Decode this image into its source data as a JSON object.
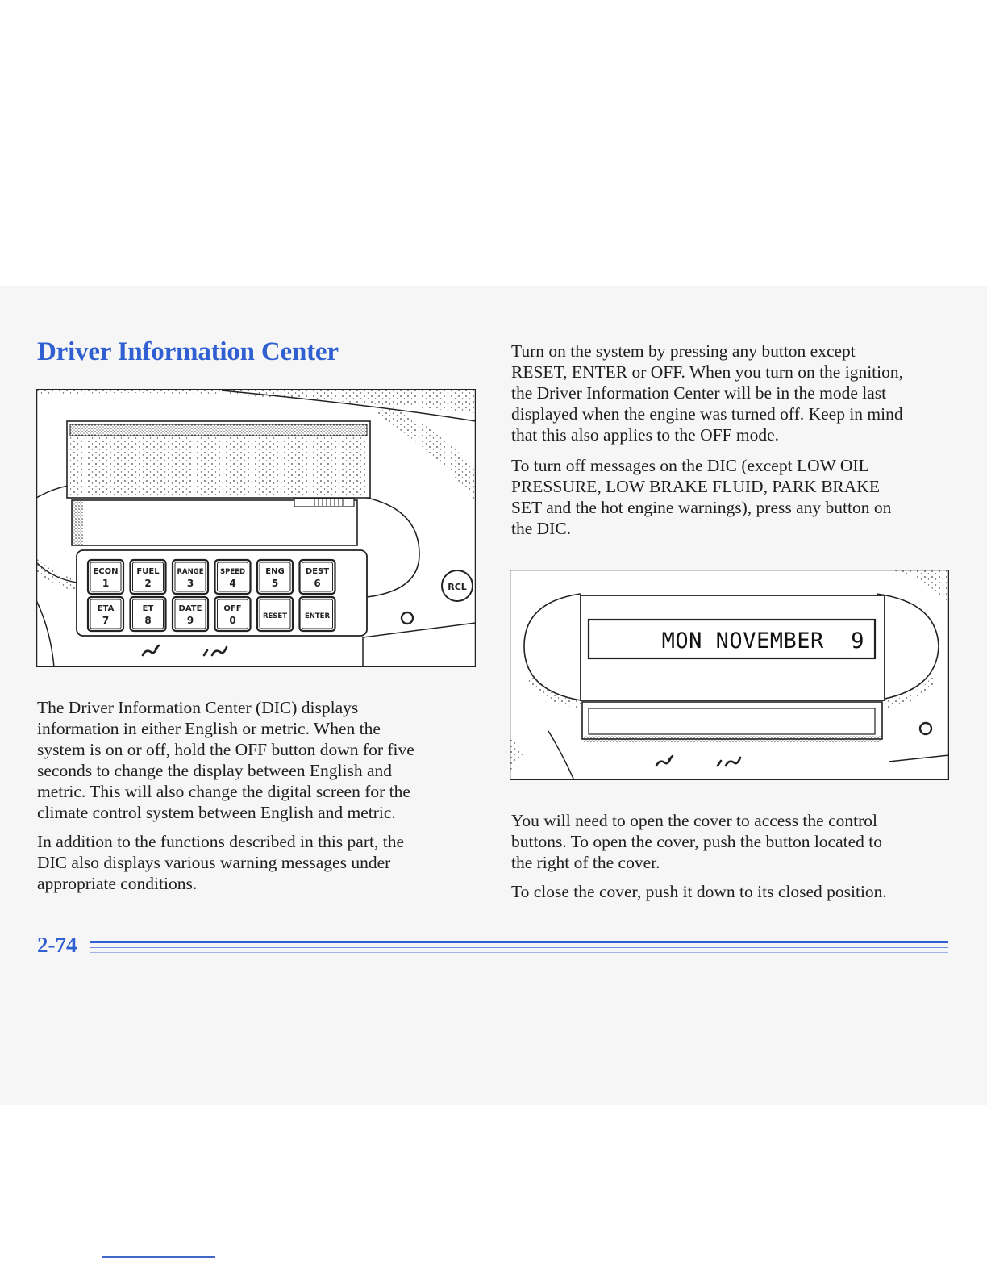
{
  "page": {
    "title": "Driver Information Center",
    "page_number": "2-74"
  },
  "left_column": {
    "paragraphs": [
      [
        "The Driver Information Center (DIC) displays",
        "information in either English or metric. When the",
        "system is on or off, hold the OFF button down for five",
        "seconds to change the display between English and",
        "metric. This will also change the digital screen for the",
        "climate control system between English and metric."
      ],
      [
        "In addition to the functions described in this part, the",
        "DIC also displays various warning messages under",
        "appropriate conditions."
      ]
    ]
  },
  "right_column": {
    "paragraphs_top": [
      [
        "Turn on the system by pressing any button except",
        "RESET, ENTER or OFF. When you turn on the ignition,",
        "the Driver Information Center will be in the mode last",
        "displayed when the engine was turned off. Keep in mind",
        "that this also applies to the OFF mode."
      ],
      [
        "To turn off messages on the DIC (except LOW OIL",
        "PRESSURE, LOW BRAKE FLUID, PARK BRAKE",
        "SET and the hot engine warnings), press any button on",
        "the DIC."
      ]
    ],
    "paragraphs_bottom": [
      [
        "You will need to open the cover to access the control",
        "buttons. To open the cover, push the button located to",
        "the right of the cover."
      ],
      [
        "To close the cover, push it down to its closed position."
      ]
    ]
  },
  "figure_open": {
    "keypad_row1": [
      {
        "label": "ECON",
        "digit": "1"
      },
      {
        "label": "FUEL",
        "digit": "2"
      },
      {
        "label": "RANGE",
        "digit": "3"
      },
      {
        "label": "SPEED",
        "digit": "4"
      },
      {
        "label": "ENG",
        "digit": "5"
      },
      {
        "label": "DEST",
        "digit": "6"
      }
    ],
    "keypad_row2": [
      {
        "label": "ETA",
        "digit": "7"
      },
      {
        "label": "ET",
        "digit": "8"
      },
      {
        "label": "DATE",
        "digit": "9"
      },
      {
        "label": "OFF",
        "digit": "0"
      },
      {
        "label": "RESET",
        "digit": ""
      },
      {
        "label": "ENTER",
        "digit": ""
      }
    ],
    "rcl_label": "RCL"
  },
  "figure_closed": {
    "display_text": "MON NOVEMBER  9"
  }
}
